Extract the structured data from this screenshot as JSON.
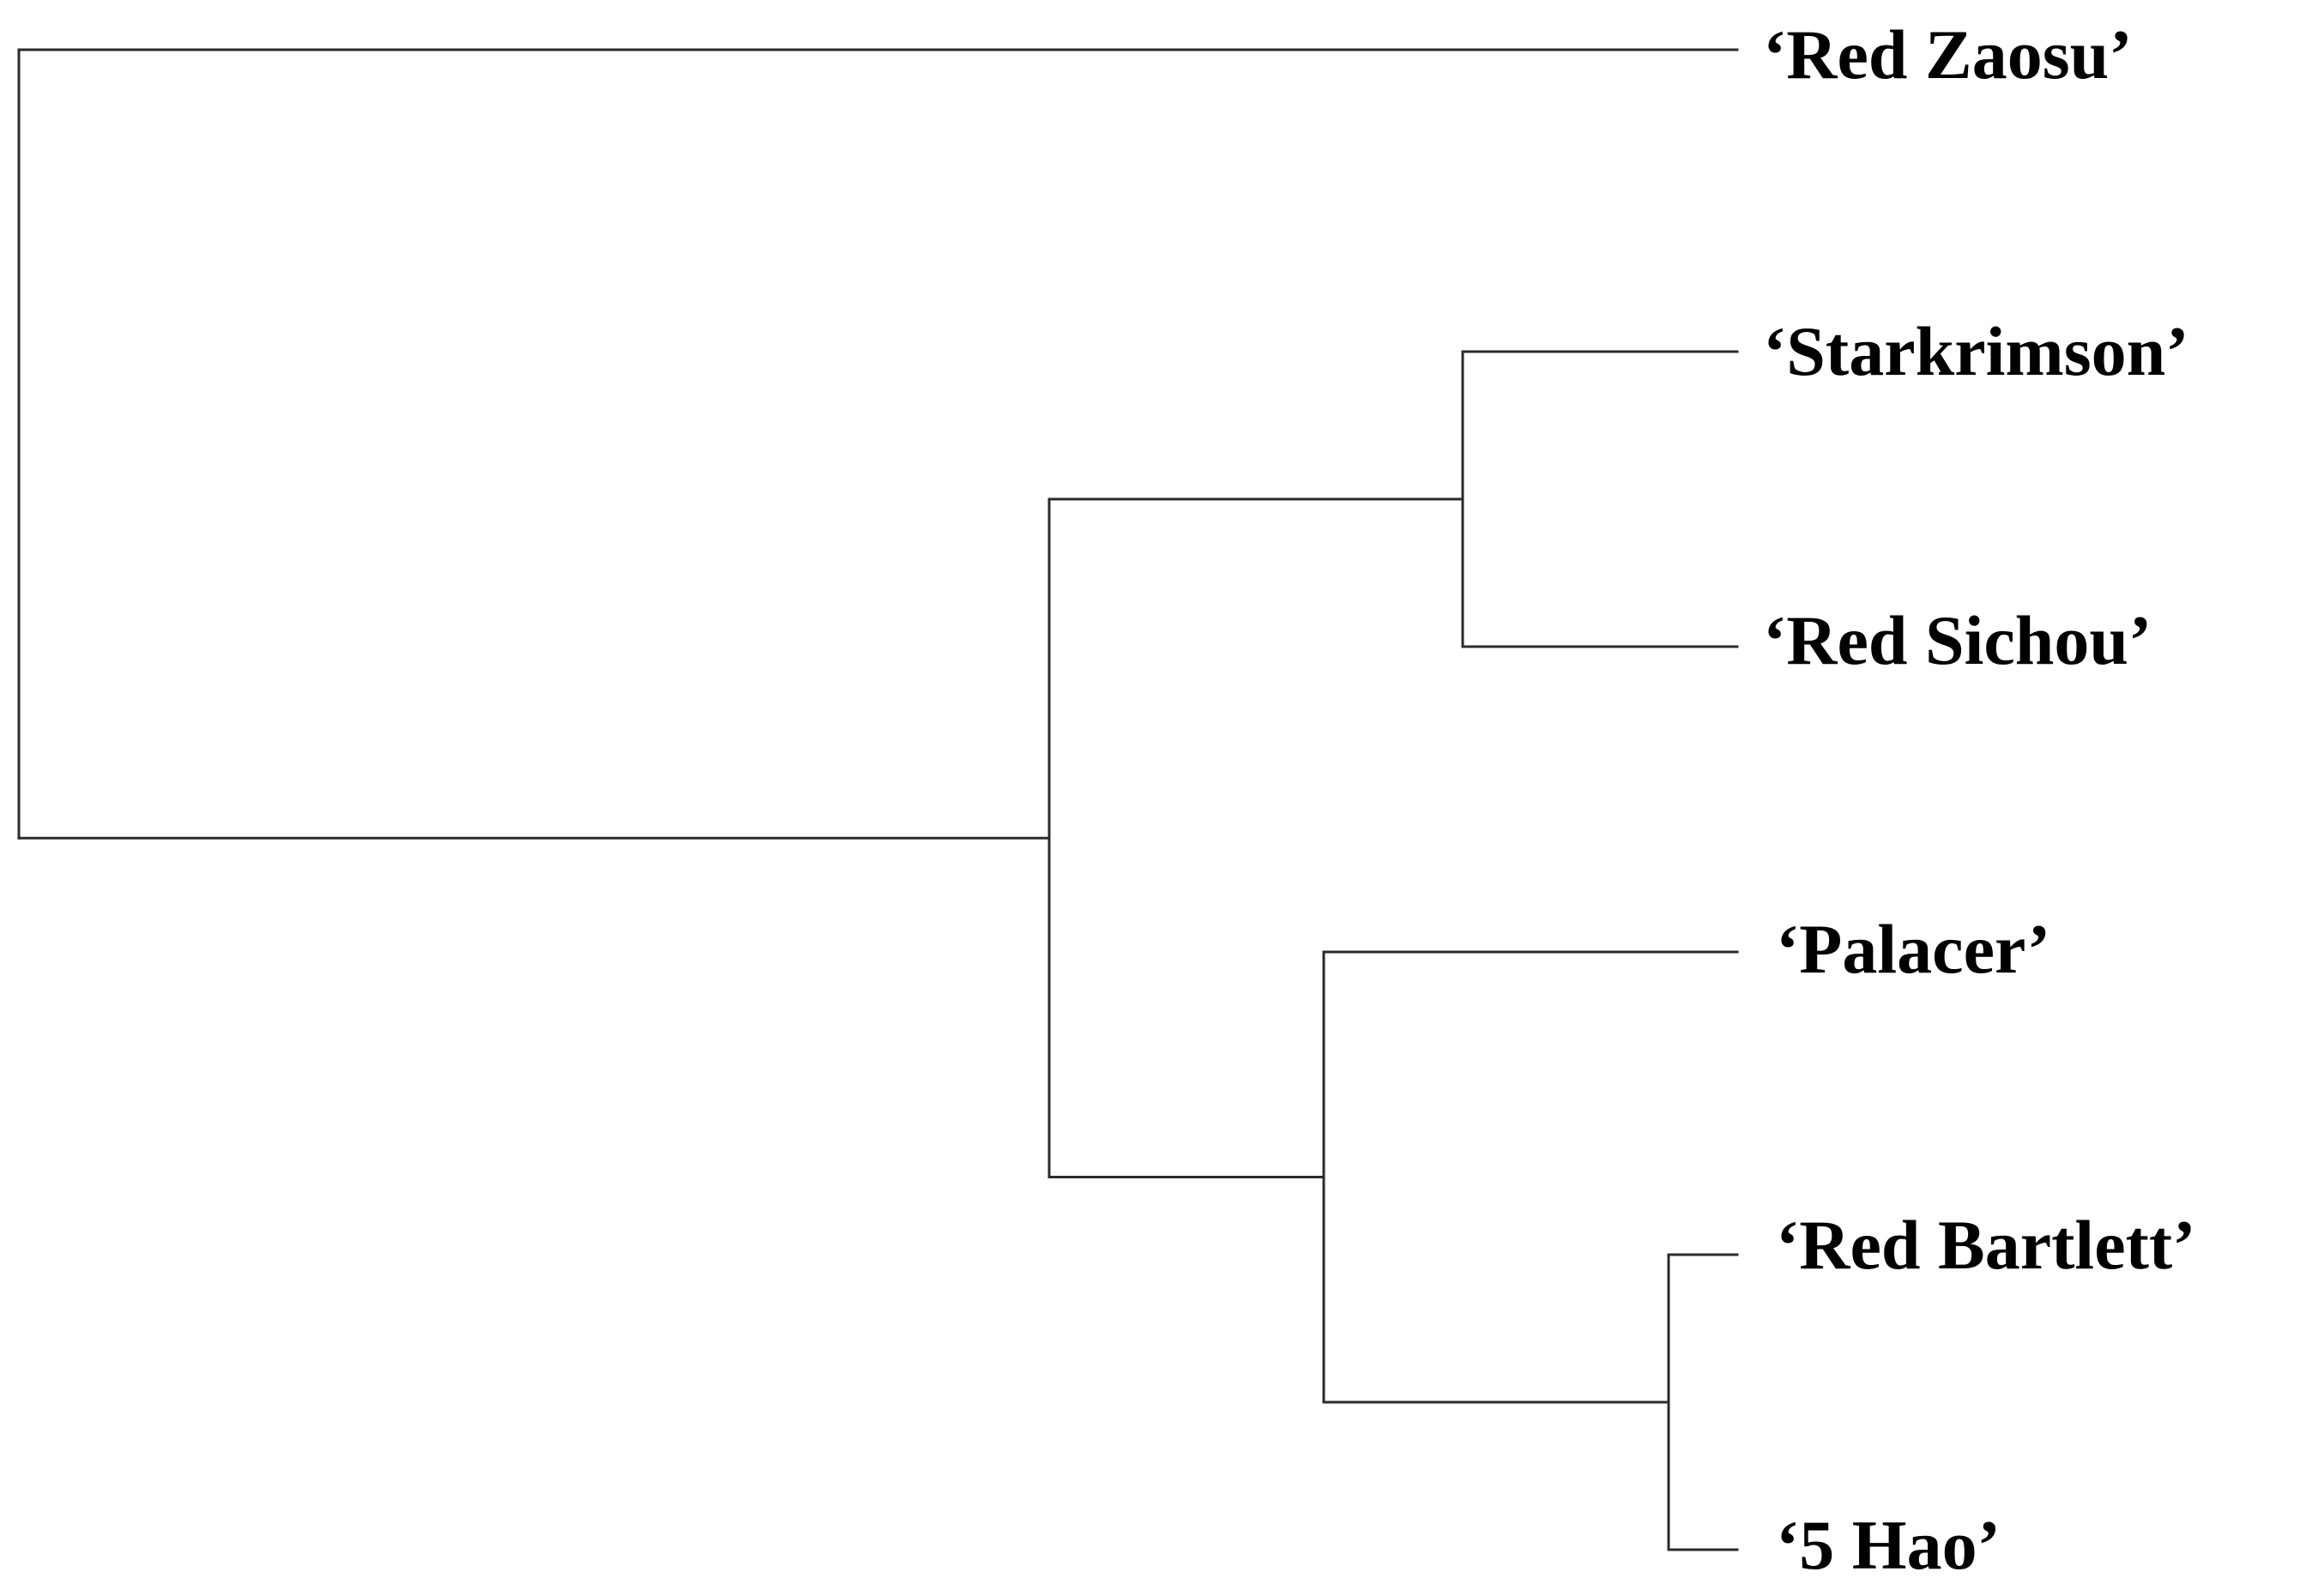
{
  "dendrogram": {
    "leaves": [
      {
        "id": "leaf_0",
        "label": "‘Red Zaosu’"
      },
      {
        "id": "leaf_1",
        "label": "‘Starkrimson’"
      },
      {
        "id": "leaf_2",
        "label": "‘Red Sichou’"
      },
      {
        "id": "leaf_3",
        "label": "‘Palacer’"
      },
      {
        "id": "leaf_4",
        "label": "‘Red Bartlett’"
      },
      {
        "id": "leaf_5",
        "label": "‘5 Hao’"
      }
    ],
    "merges": [
      {
        "id": "n_bartlett_5hao",
        "children": [
          "leaf_4",
          "leaf_5"
        ]
      },
      {
        "id": "n_starkrimson_sichou",
        "children": [
          "leaf_1",
          "leaf_2"
        ]
      },
      {
        "id": "n_palacer_group",
        "children": [
          "leaf_3",
          "n_bartlett_5hao"
        ]
      },
      {
        "id": "n_mid",
        "children": [
          "n_starkrimson_sichou",
          "n_palacer_group"
        ]
      },
      {
        "id": "n_root",
        "children": [
          "leaf_0",
          "n_mid"
        ]
      }
    ],
    "line_color": "#2b2b2b",
    "label_color": "#000000"
  }
}
